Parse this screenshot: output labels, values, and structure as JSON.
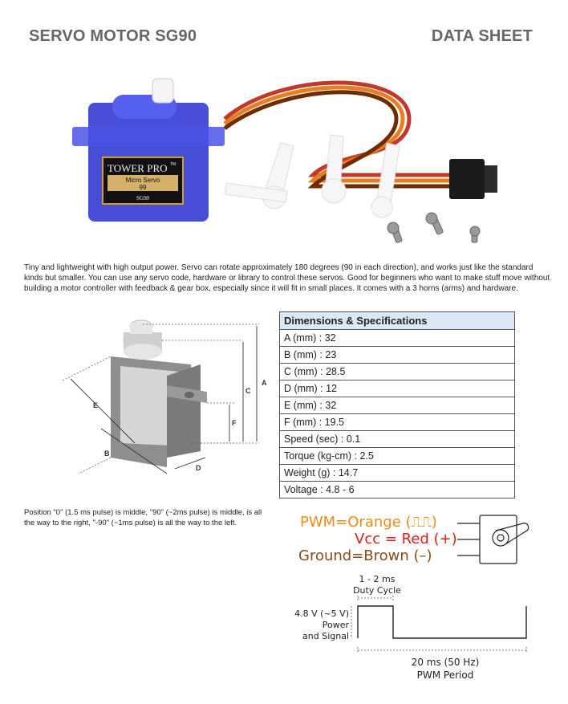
{
  "header": {
    "title": "SERVO MOTOR SG90",
    "right": "DATA SHEET"
  },
  "photo": {
    "brand": "TOWER PRO",
    "tm": "TM",
    "model_line1": "Micro Servo",
    "model_line2": "99",
    "model_code": "SG90"
  },
  "intro": "Tiny and lightweight with high output power. Servo can rotate approximately 180 degrees  (90 in each direction), and works just like the standard kinds but smaller. You can use any servo code, hardware or library to control these servos. Good for beginners who want to make stuff move without building a motor controller with feedback & gear box, especially since it will fit in small places. It comes with a 3 horns (arms) and hardware.",
  "diagram": {
    "labels": {
      "a": "A",
      "b": "B",
      "c": "C",
      "d": "D",
      "e": "E",
      "f": "F"
    }
  },
  "spec_table": {
    "header": "Dimensions & Specifications",
    "rows": [
      "A (mm) : 32",
      "B (mm) : 23",
      "C (mm) : 28.5",
      "D (mm) : 12",
      "E (mm) : 32",
      "F (mm) : 19.5",
      "Speed (sec) : 0.1",
      "Torque (kg-cm) : 2.5",
      "Weight (g) : 14.7",
      "Voltage : 4.8 - 6"
    ]
  },
  "position_text": "Position \"0\" (1.5 ms pulse) is middle, \"90\" (~2ms pulse) is middle, is all the way to the right, \"-90\" (~1ms pulse) is all the way to the left.",
  "wiring": {
    "pwm": "PWM=Orange (⎍⎍)",
    "vcc": "Vcc = Red (+)",
    "ground": "Ground=Brown (–)",
    "colors": {
      "pwm": "#f08a1a",
      "vcc": "#e01b1b",
      "ground": "#8a4a1a"
    }
  },
  "timing": {
    "duty_value": "1 - 2 ms",
    "duty_label": "Duty Cycle",
    "voltage": "4.8 V (~5 V)",
    "power": "Power",
    "signal": "and Signal",
    "period_value": "20 ms (50 Hz)",
    "period_label": "PWM Period"
  }
}
